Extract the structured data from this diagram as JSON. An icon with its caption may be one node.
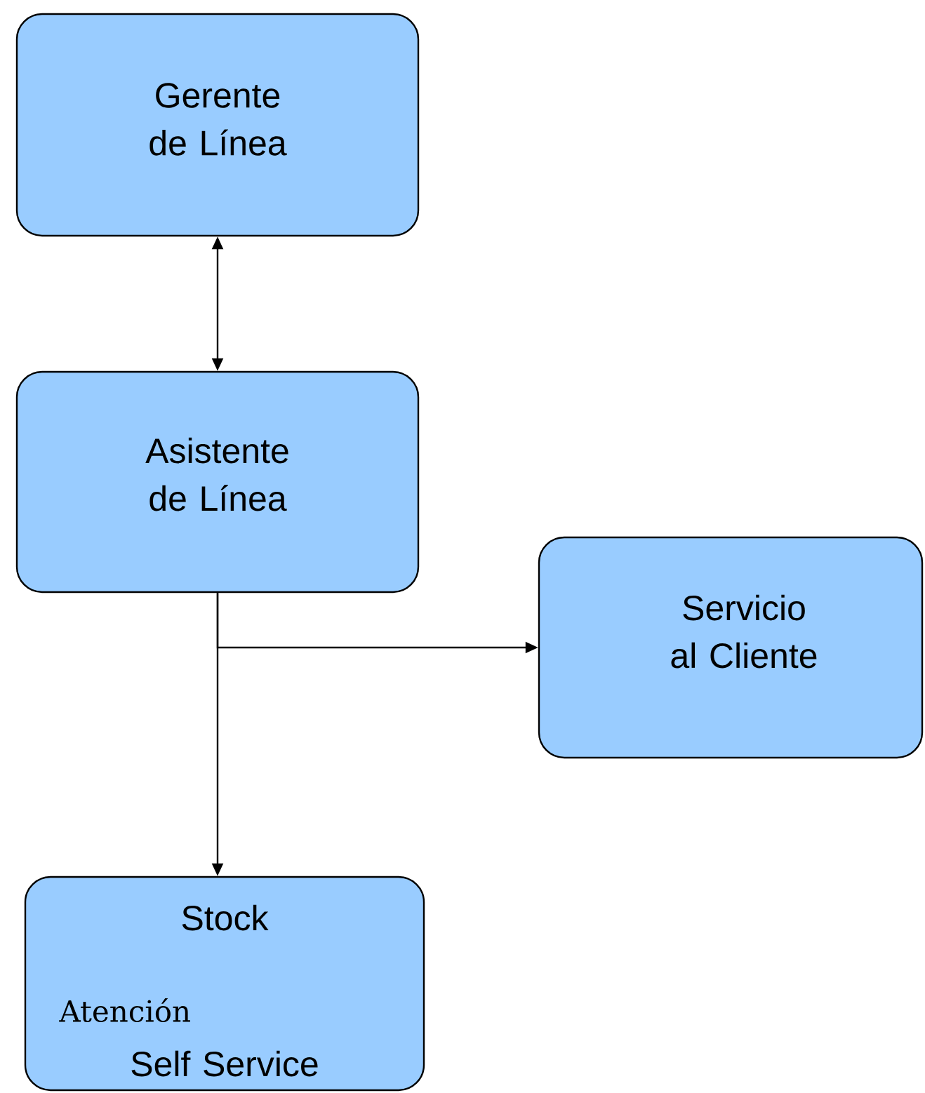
{
  "diagram": {
    "nodes": [
      {
        "text": [
          "Gerente de Línea"
        ]
      },
      {
        "text": [
          "Asistente de Línea"
        ]
      },
      {
        "text": [
          "Servicio al Cliente"
        ]
      },
      {
        "text": [
          "Stock",
          "Atención",
          "Self Service"
        ]
      }
    ],
    "edges": [
      {
        "from": 0,
        "to": 1,
        "arrow": "both"
      },
      {
        "from": 1,
        "to": 2,
        "arrow": "to"
      },
      {
        "from": 1,
        "to": 3,
        "arrow": "to"
      }
    ]
  }
}
